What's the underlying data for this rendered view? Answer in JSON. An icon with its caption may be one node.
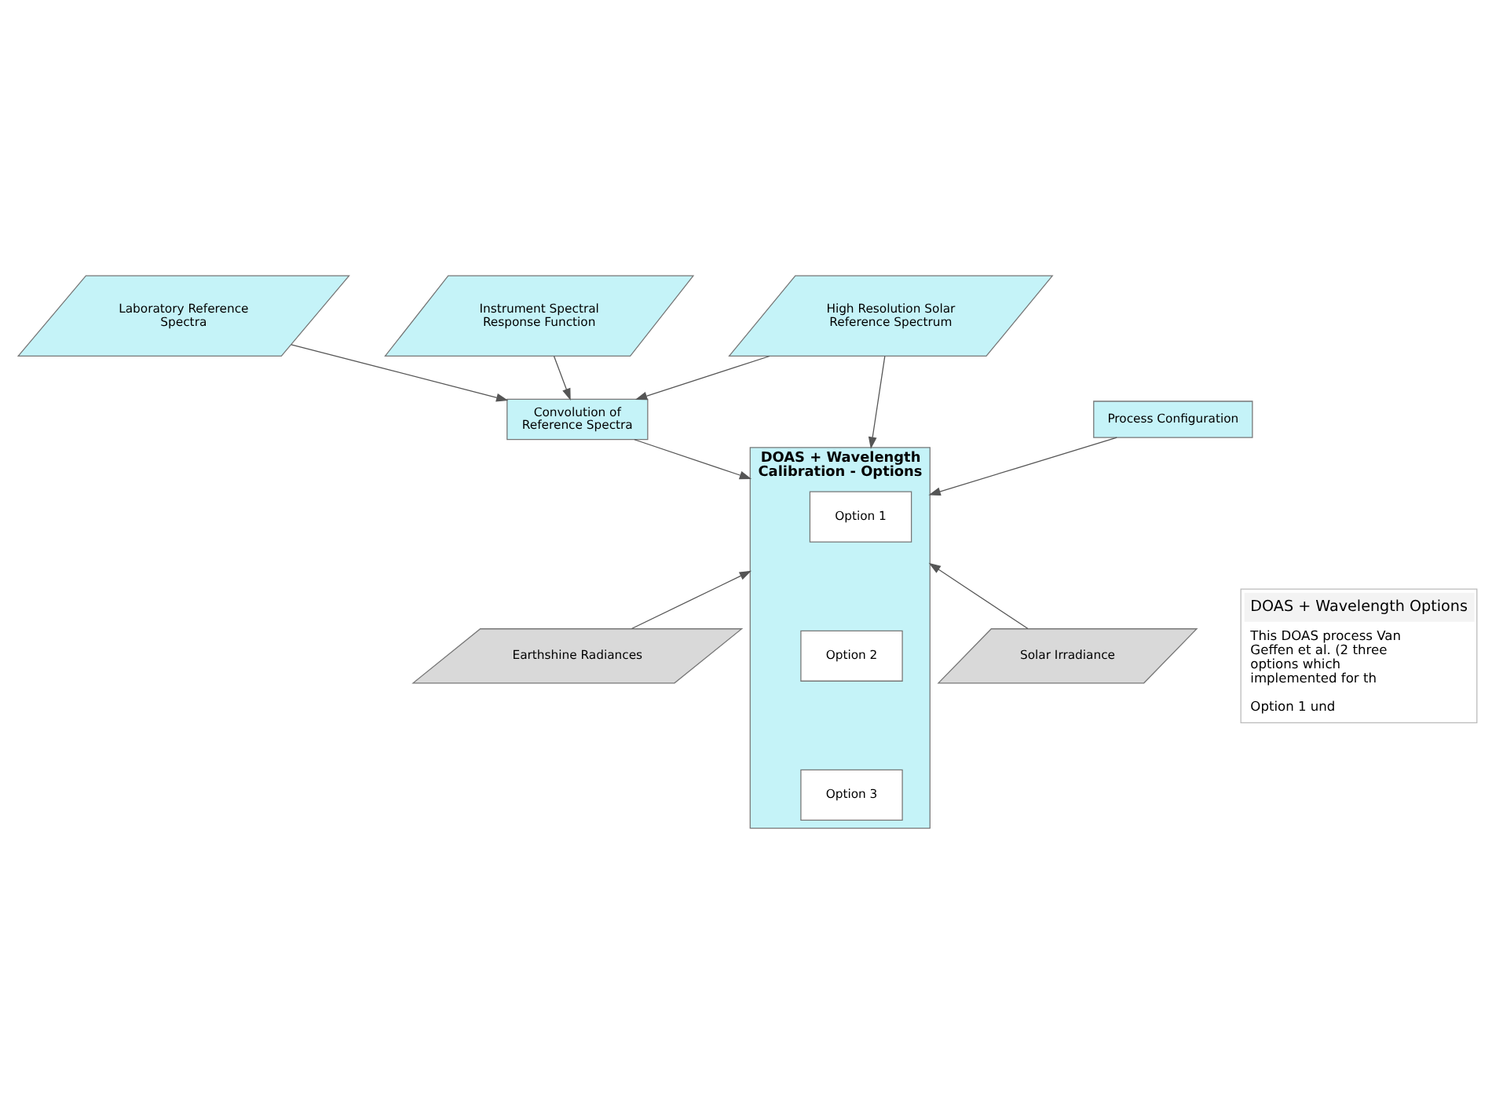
{
  "diagram": {
    "nodes": [
      {
        "text": [
          "High Resolution Solar Reference Spectrum"
        ]
      },
      {
        "text": [
          "Laboratory Reference Spectra"
        ]
      },
      {
        "text": [
          "Instrument Spectral Response Function"
        ]
      },
      {
        "text": [
          "Convolution of Reference Spectra"
        ]
      },
      {
        "text": [
          "Process Configuration"
        ]
      },
      {
        "text": [
          "DOAS + Wavelength Calibration - Options"
        ]
      },
      {
        "text": [
          "Option 1"
        ],
        "in": 5
      },
      {
        "text": [
          "Option 2"
        ],
        "in": 5
      },
      {
        "text": [
          "Option 3"
        ],
        "in": 5
      },
      {
        "text": [
          "Earthshine Radiances"
        ]
      },
      {
        "text": [
          "Solar Irradiance"
        ]
      },
      {
        "text": [
          "DOAS + Wavelength Options",
          "This DOAS process Van Geffen et al. (2 three options which implemented for th",
          "Option 1 und"
        ]
      }
    ],
    "edges": [
      {
        "from": 0,
        "to": 3,
        "arrow": "to"
      },
      {
        "from": 1,
        "to": 3,
        "arrow": "to"
      },
      {
        "from": 2,
        "to": 3,
        "arrow": "to"
      },
      {
        "from": 0,
        "to": 5,
        "arrow": "to"
      },
      {
        "from": 3,
        "to": 5,
        "arrow": "to"
      },
      {
        "from": 4,
        "to": 5,
        "arrow": "to"
      },
      {
        "from": 9,
        "to": 5,
        "arrow": "to"
      },
      {
        "from": 10,
        "to": 5,
        "arrow": "to"
      }
    ]
  }
}
